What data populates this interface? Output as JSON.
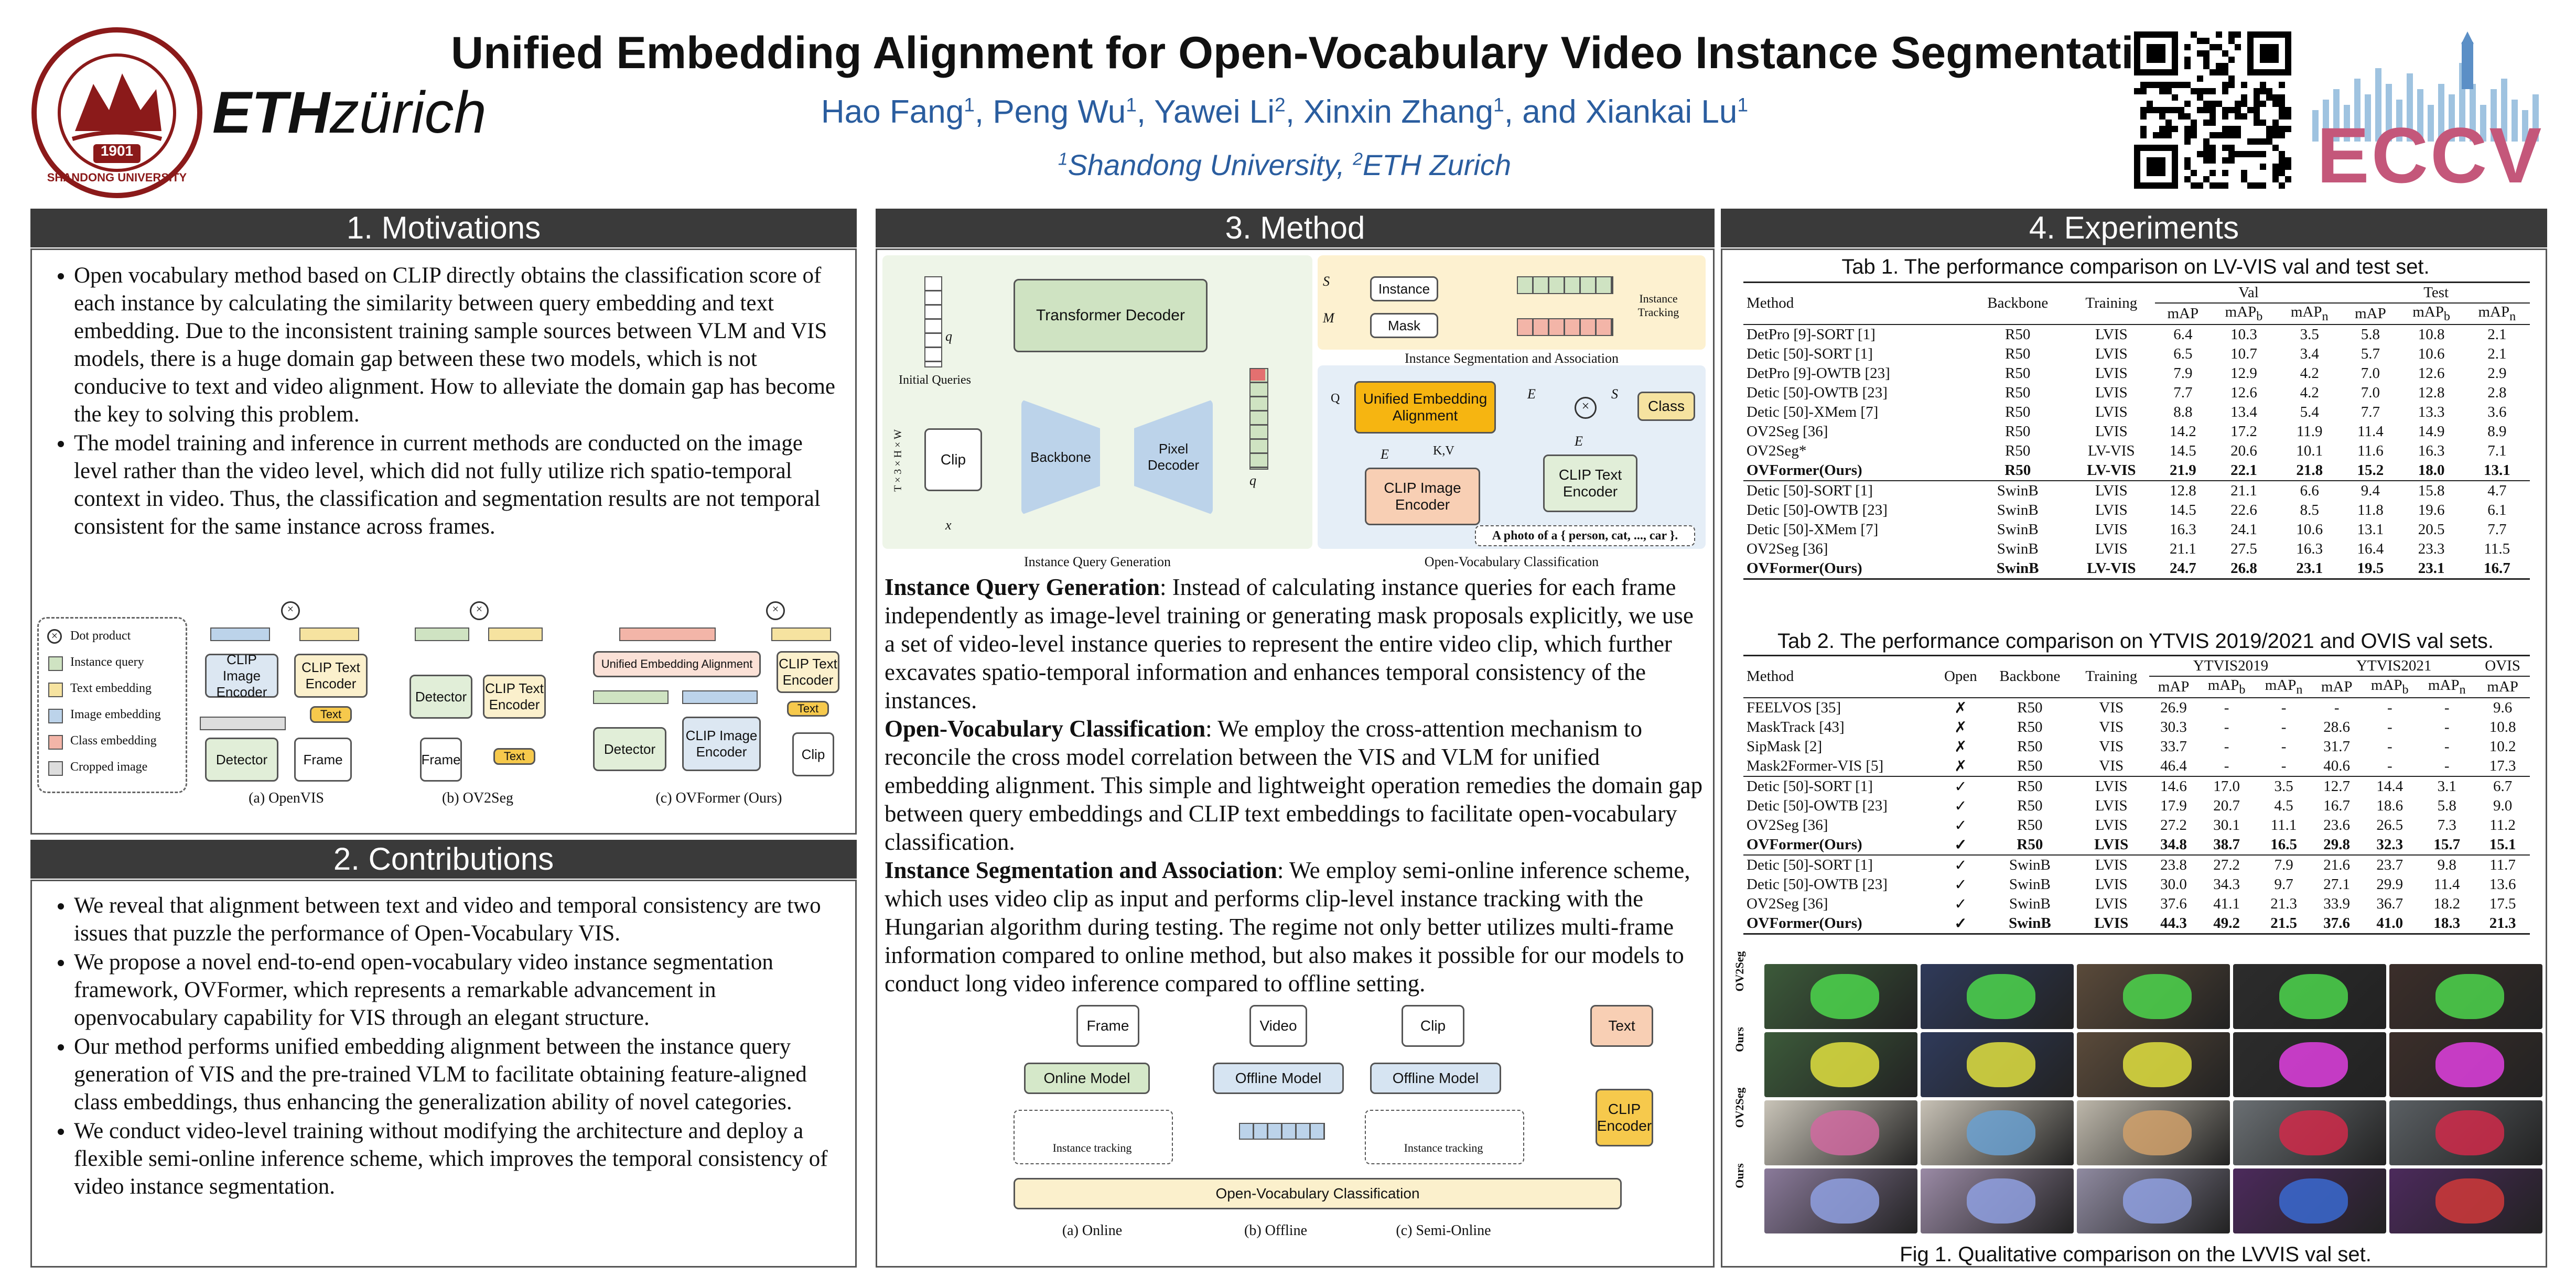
{
  "header": {
    "title": "Unified Embedding Alignment for Open-Vocabulary Video Instance Segmentation",
    "authors": [
      {
        "name": "Hao Fang",
        "aff": "1"
      },
      {
        "name": "Peng Wu",
        "aff": "1"
      },
      {
        "name": "Yawei Li",
        "aff": "2"
      },
      {
        "name": "Xinxin Zhang",
        "aff": "1"
      },
      {
        "name": "and Xiankai Lu",
        "aff": "1"
      }
    ],
    "affiliations": "1Shandong University, 2ETH Zurich",
    "aff1": "1",
    "aff1_name": "Shandong University, ",
    "aff2": "2",
    "aff2_name": "ETH Zurich",
    "logo_sdu_text": "SHANDONG UNIVERSITY",
    "logo_sdu_year": "1901",
    "logo_eth": "ETH",
    "logo_zurich": "zürich",
    "logo_eccv": "ECCV"
  },
  "motivations": {
    "heading": "1. Motivations",
    "bullets": [
      "Open vocabulary method based on CLIP directly obtains the classification score of each instance by calculating the similarity between query embedding and text embedding. Due to the inconsistent training sample sources between VLM and VIS models, there is a huge domain gap between these two models, which is not conducive to text and video alignment. How to alleviate the domain gap has become the key to solving this problem.",
      "The model training and inference in current methods are conducted on the image level rather than the video level, which did not fully utilize rich spatio-temporal context in video. Thus, the classification and segmentation results are not temporal consistent for the same instance across frames."
    ],
    "legend": [
      "Dot product",
      "Instance query",
      "Text embedding",
      "Image embedding",
      "Class embedding",
      "Cropped image"
    ],
    "diagram_labels": {
      "clip_image_encoder": "CLIP Image Encoder",
      "clip_text_encoder": "CLIP Text Encoder",
      "detector": "Detector",
      "frame": "Frame",
      "text": "Text",
      "clip": "Clip",
      "uea": "Unified Embedding Alignment",
      "cap_a": "(a) OpenVIS",
      "cap_b": "(b) OV2Seg",
      "cap_c": "(c) OVFormer (Ours)"
    }
  },
  "contributions": {
    "heading": "2. Contributions",
    "bullets": [
      "We reveal that alignment between text and video and temporal consistency are two issues that puzzle the performance of Open-Vocabulary VIS.",
      "We propose a novel end-to-end open-vocabulary video instance segmentation framework, OVFormer, which represents a remarkable advancement in openvocabulary capability for VIS through an elegant structure.",
      "Our method performs unified embedding alignment between the instance query generation of VIS and the pre-trained VLM to facilitate obtaining feature-aligned class embeddings, thus enhancing the generalization ability of novel categories.",
      "We conduct video-level training without modifying the architecture and deploy a flexible semi-online inference scheme, which improves the temporal consistency of video instance segmentation."
    ]
  },
  "method": {
    "heading": "3. Method",
    "diagram": {
      "transformer_decoder": "Transformer Decoder",
      "initial_queries": "Initial Queries",
      "q_init": "q",
      "clip": "Clip",
      "backbone": "Backbone",
      "pixel_decoder": "Pixel Decoder",
      "dims": "T × 3 × H × W",
      "x_clip": "x",
      "q_clip": "q",
      "instance": "Instance",
      "mask": "Mask",
      "s_ins": "S",
      "m_clip": "M",
      "instance_tracking": "Instance Tracking",
      "isa_caption": "Instance Segmentation and Association",
      "uea": "Unified Embedding Alignment",
      "q": "Q",
      "kv": "K,V",
      "e_image": "E",
      "e_cls": "E",
      "e_text": "E",
      "s_cls": "S",
      "class": "Class",
      "clip_image_encoder": "CLIP Image Encoder",
      "clip_text_encoder": "CLIP Text Encoder",
      "prompt": "A photo of a { person, cat, ..., car }.",
      "iqg_caption": "Instance Query Generation",
      "ovc_caption": "Open-Vocabulary Classification"
    },
    "paragraphs": [
      {
        "title": "Instance Query Generation",
        "text": ": Instead of calculating instance queries for each frame independently as image-level training or generating mask proposals explicitly, we use a set of video-level instance queries to represent the entire video clip, which further excavates spatio-temporal information and enhances temporal consistency of the instances."
      },
      {
        "title": "Open-Vocabulary Classification",
        "text": ": We employ the cross-attention mechanism to reconcile the cross model correlation between the VIS and VLM for unified embedding alignment. This simple and lightweight operation remedies the domain gap between query embeddings and CLIP text embeddings to facilitate open-vocabulary classification."
      },
      {
        "title": "Instance Segmentation and Association",
        "text": ": We employ semi-online inference scheme, which uses video clip as input and performs clip-level instance tracking with the Hungarian algorithm during testing. The regime not only better utilizes multi-frame information compared to online method, but also makes it possible for our models to conduct long video inference compared to offline setting."
      }
    ],
    "inference": {
      "frame": "Frame",
      "video": "Video",
      "clip": "Clip",
      "text": "Text",
      "online_model": "Online Model",
      "offline_model": "Offline Model",
      "instance_tracking": "Instance tracking",
      "clip_encoder": "CLIP Encoder",
      "ovc": "Open-Vocabulary Classification",
      "cap_a": "(a) Online",
      "cap_b": "(b) Offline",
      "cap_c": "(c) Semi-Online"
    }
  },
  "experiments": {
    "heading": "4. Experiments",
    "tab1_caption": "Tab 1. The performance comparison on LV-VIS val and test set.",
    "tab1_head": {
      "method": "Method",
      "backbone": "Backbone",
      "training": "Training",
      "val": "Val",
      "test": "Test",
      "cols": [
        "mAP",
        "mAP_b",
        "mAP_n",
        "mAP",
        "mAP_b",
        "mAP_n"
      ]
    },
    "tab1_groups": [
      [
        [
          "DetPro [9]-SORT [1]",
          "R50",
          "LVIS",
          "6.4",
          "10.3",
          "3.5",
          "5.8",
          "10.8",
          "2.1"
        ],
        [
          "Detic [50]-SORT [1]",
          "R50",
          "LVIS",
          "6.5",
          "10.7",
          "3.4",
          "5.7",
          "10.6",
          "2.1"
        ],
        [
          "DetPro [9]-OWTB [23]",
          "R50",
          "LVIS",
          "7.9",
          "12.9",
          "4.2",
          "7.0",
          "12.6",
          "2.9"
        ],
        [
          "Detic [50]-OWTB [23]",
          "R50",
          "LVIS",
          "7.7",
          "12.6",
          "4.2",
          "7.0",
          "12.8",
          "2.8"
        ],
        [
          "Detic [50]-XMem [7]",
          "R50",
          "LVIS",
          "8.8",
          "13.4",
          "5.4",
          "7.7",
          "13.3",
          "3.6"
        ],
        [
          "OV2Seg [36]",
          "R50",
          "LVIS",
          "14.2",
          "17.2",
          "11.9",
          "11.4",
          "14.9",
          "8.9"
        ],
        [
          "OV2Seg*",
          "R50",
          "LV-VIS",
          "14.5",
          "20.6",
          "10.1",
          "11.6",
          "16.3",
          "7.1"
        ],
        [
          "OVFormer(Ours)",
          "R50",
          "LV-VIS",
          "21.9",
          "22.1",
          "21.8",
          "15.2",
          "18.0",
          "13.1"
        ]
      ],
      [
        [
          "Detic [50]-SORT [1]",
          "SwinB",
          "LVIS",
          "12.8",
          "21.1",
          "6.6",
          "9.4",
          "15.8",
          "4.7"
        ],
        [
          "Detic [50]-OWTB [23]",
          "SwinB",
          "LVIS",
          "14.5",
          "22.6",
          "8.5",
          "11.8",
          "19.6",
          "6.1"
        ],
        [
          "Detic [50]-XMem [7]",
          "SwinB",
          "LVIS",
          "16.3",
          "24.1",
          "10.6",
          "13.1",
          "20.5",
          "7.7"
        ],
        [
          "OV2Seg [36]",
          "SwinB",
          "LVIS",
          "21.1",
          "27.5",
          "16.3",
          "16.4",
          "23.3",
          "11.5"
        ],
        [
          "OVFormer(Ours)",
          "SwinB",
          "LV-VIS",
          "24.7",
          "26.8",
          "23.1",
          "19.5",
          "23.1",
          "16.7"
        ]
      ]
    ],
    "tab2_caption": "Tab 2. The performance comparison on YTVIS 2019/2021 and OVIS val sets.",
    "tab2_head": {
      "method": "Method",
      "open": "Open",
      "backbone": "Backbone",
      "training": "Training",
      "y19": "YTVIS2019",
      "y21": "YTVIS2021",
      "ovis": "OVIS",
      "cols": [
        "mAP",
        "mAP_b",
        "mAP_n",
        "mAP",
        "mAP_b",
        "mAP_n",
        "mAP"
      ]
    },
    "tab2_groups": [
      [
        [
          "FEELVOS [35]",
          "✗",
          "R50",
          "VIS",
          "26.9",
          "-",
          "-",
          "-",
          "-",
          "-",
          "9.6"
        ],
        [
          "MaskTrack [43]",
          "✗",
          "R50",
          "VIS",
          "30.3",
          "-",
          "-",
          "28.6",
          "-",
          "-",
          "10.8"
        ],
        [
          "SipMask [2]",
          "✗",
          "R50",
          "VIS",
          "33.7",
          "-",
          "-",
          "31.7",
          "-",
          "-",
          "10.2"
        ],
        [
          "Mask2Former-VIS [5]",
          "✗",
          "R50",
          "VIS",
          "46.4",
          "-",
          "-",
          "40.6",
          "-",
          "-",
          "17.3"
        ]
      ],
      [
        [
          "Detic [50]-SORT [1]",
          "✓",
          "R50",
          "LVIS",
          "14.6",
          "17.0",
          "3.5",
          "12.7",
          "14.4",
          "3.1",
          "6.7"
        ],
        [
          "Detic [50]-OWTB [23]",
          "✓",
          "R50",
          "LVIS",
          "17.9",
          "20.7",
          "4.5",
          "16.7",
          "18.6",
          "5.8",
          "9.0"
        ],
        [
          "OV2Seg [36]",
          "✓",
          "R50",
          "LVIS",
          "27.2",
          "30.1",
          "11.1",
          "23.6",
          "26.5",
          "7.3",
          "11.2"
        ],
        [
          "OVFormer(Ours)",
          "✓",
          "R50",
          "LVIS",
          "34.8",
          "38.7",
          "16.5",
          "29.8",
          "32.3",
          "15.7",
          "15.1"
        ]
      ],
      [
        [
          "Detic [50]-SORT [1]",
          "✓",
          "SwinB",
          "LVIS",
          "23.8",
          "27.2",
          "7.9",
          "21.6",
          "23.7",
          "9.8",
          "11.7"
        ],
        [
          "Detic [50]-OWTB [23]",
          "✓",
          "SwinB",
          "LVIS",
          "30.0",
          "34.3",
          "9.7",
          "27.1",
          "29.9",
          "11.4",
          "13.6"
        ],
        [
          "OV2Seg [36]",
          "✓",
          "SwinB",
          "LVIS",
          "37.6",
          "41.1",
          "21.3",
          "33.9",
          "36.7",
          "18.2",
          "17.5"
        ],
        [
          "OVFormer(Ours)",
          "✓",
          "SwinB",
          "LVIS",
          "44.3",
          "49.2",
          "21.5",
          "37.6",
          "41.0",
          "18.3",
          "21.3"
        ]
      ]
    ],
    "fig_row_labels": [
      "OV2Seg",
      "Ours",
      "OV2Seg",
      "Ours"
    ],
    "fig_caption": "Fig 1. Qualitative comparison on the LVVIS val set."
  }
}
